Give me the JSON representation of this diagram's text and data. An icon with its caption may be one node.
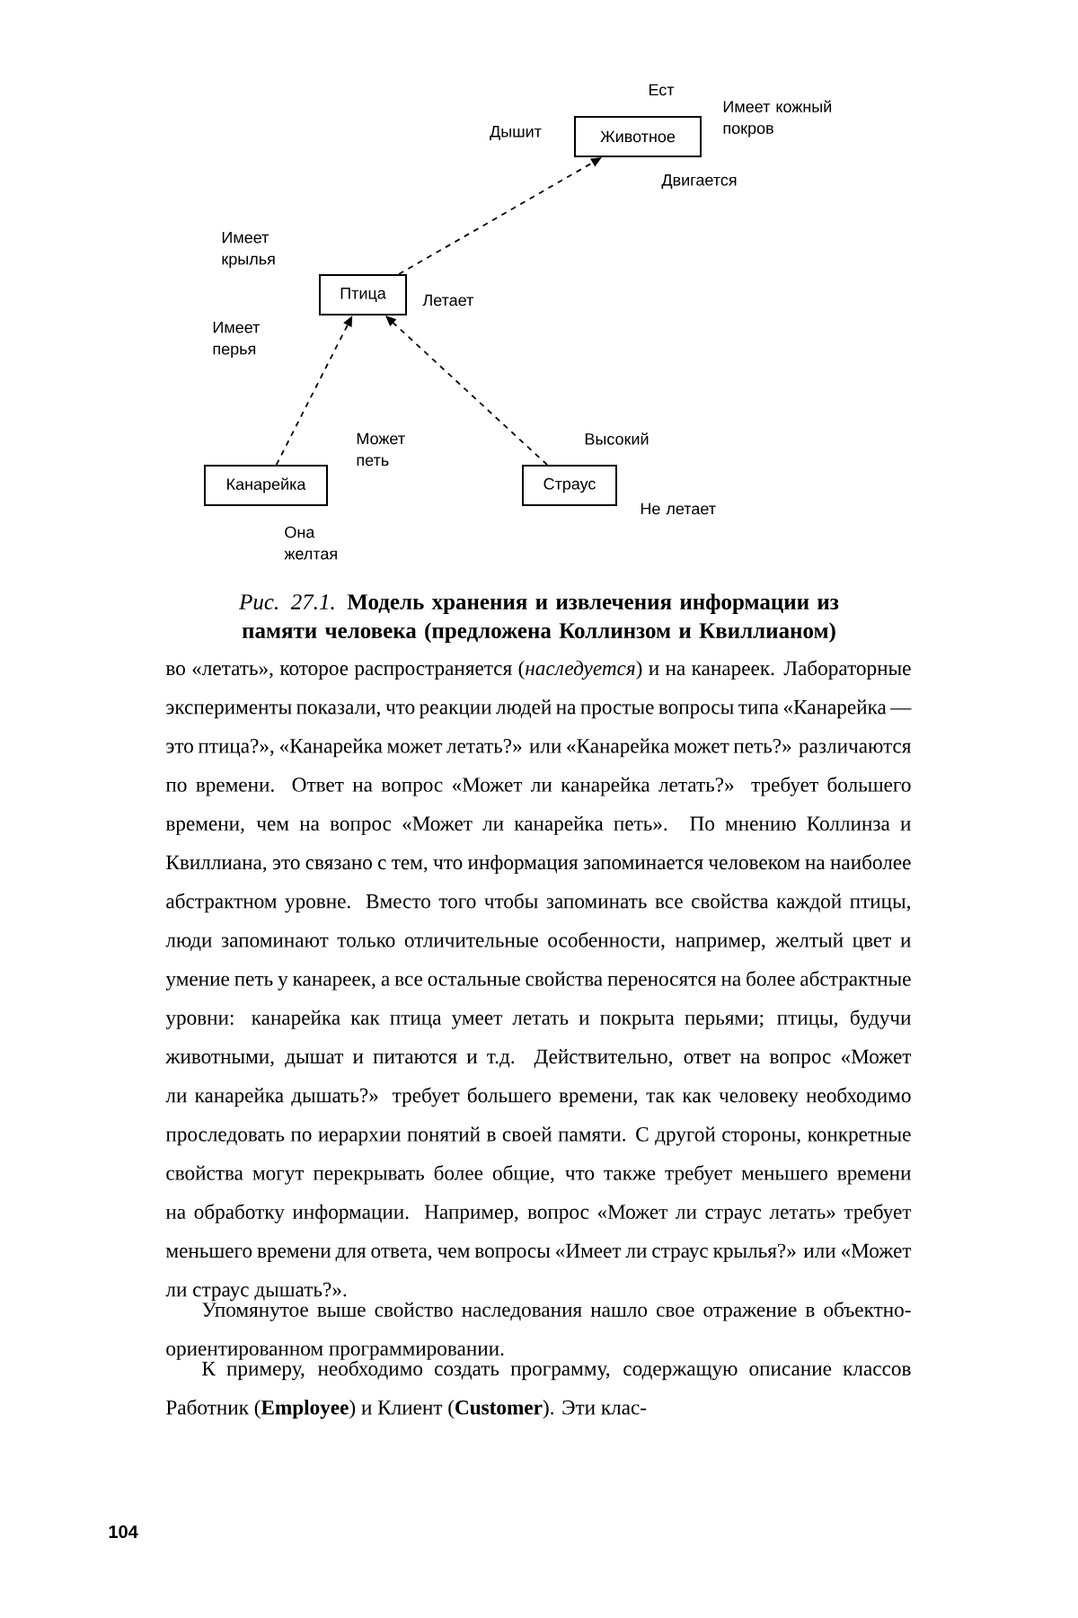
{
  "diagram": {
    "caption": "*Рис. 27.1.* **Модель хранения и извлечения информации из памяти человека (предложена Коллинзом и Квиллианом)**",
    "nodes": [
      {
        "text": [
          "Животное"
        ],
        "beside": [
          "Ест",
          "Дышит",
          "Имеет кожный покров",
          "Двигается"
        ]
      },
      {
        "text": [
          "Птица"
        ],
        "beside": [
          "Имеет крылья",
          "Летает",
          "Имеет перья"
        ]
      },
      {
        "text": [
          "Канарейка"
        ],
        "beside": [
          "Может петь",
          "Она желтая"
        ]
      },
      {
        "text": [
          "Страус"
        ],
        "beside": [
          "Высокий",
          "Не летает"
        ]
      }
    ],
    "edges": [
      {
        "from": 1,
        "to": 0,
        "arrow": "to",
        "style": "dashed"
      },
      {
        "from": 2,
        "to": 1,
        "arrow": "to",
        "style": "dashed"
      },
      {
        "from": 3,
        "to": 1,
        "arrow": "to",
        "style": "dashed"
      }
    ],
    "labels": [
      "во «летать», которое распространяется (*наследуется*) и на канареек. Лабораторные эксперименты показали, что реакции людей на простые вопросы типа «Канарейка — это птица?», «Канарейка может летать?» или «Канарейка может петь?» различаются по времени. Ответ на вопрос «Может ли канарейка летать?» требует большего времени, чем на вопрос «Может ли канарейка петь». По мнению Коллинза и Квиллиана, это связано с тем, что информация запоминается человеком на наиболее абстрактном уровне. Вместо того чтобы запоминать все свойства каждой птицы, люди запоминают только отличительные особенности, например, желтый цвет и умение петь у канареек, а все остальные свойства переносятся на более абстрактные уровни: канарейка как птица умеет летать и покрыта перьями; птицы, будучи животными, дышат и питаются и т.д. Действительно, ответ на вопрос «Может ли канарейка дышать?» требует большего времени, так как человеку необходимо проследовать по иерархии понятий в своей памяти. С другой стороны, конкретные свойства могут перекрывать более общие, что также требует меньшего времени на обработку информации. Например, вопрос «Может ли страус летать» требует меньшего времени для ответа, чем вопросы «Имеет ли страус крылья?» или «Может ли страус дышать?».",
      "Упомянутое выше свойство наследования нашло свое отражение в объектно-ориентированном программировании.",
      "К примеру, необходимо создать программу, содержащую описание классов Работник (**Employee**) и Клиент (**Customer**). Эти клас-",
      "104"
    ]
  }
}
